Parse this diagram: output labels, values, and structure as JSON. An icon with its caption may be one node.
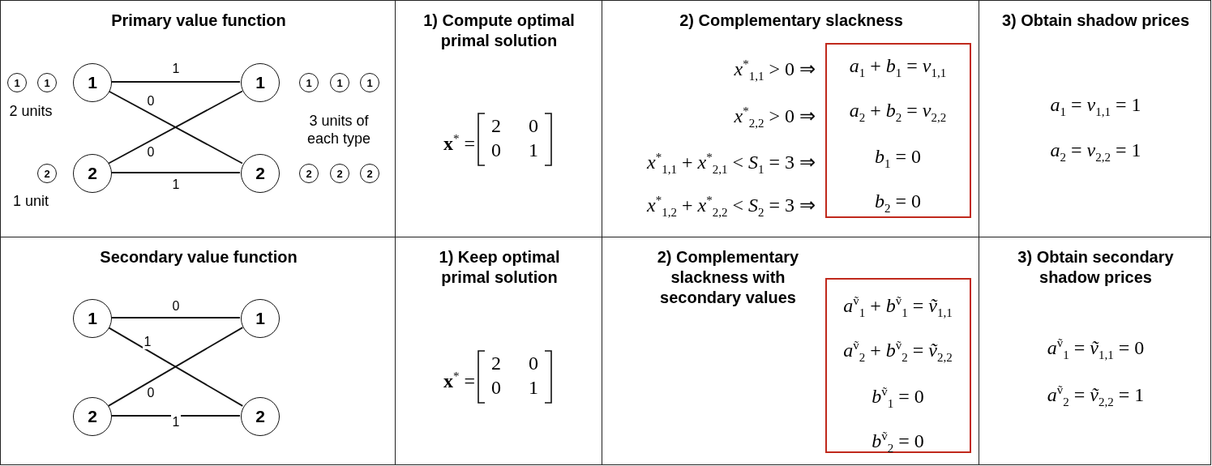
{
  "diagram": {
    "nodes": [
      {
        "text": [
          "Primary value function"
        ]
      },
      {
        "text": [
          "1"
        ],
        "in": 0
      },
      {
        "text": [
          "1"
        ],
        "in": 0
      },
      {
        "text": [
          "2"
        ],
        "in": 0
      },
      {
        "text": [
          "2"
        ],
        "in": 0
      },
      {
        "text": [
          "1"
        ],
        "in": 0
      },
      {
        "text": [
          "1"
        ],
        "in": 0
      },
      {
        "text": [
          "2"
        ],
        "in": 0
      },
      {
        "text": [
          "1"
        ],
        "in": 0
      },
      {
        "text": [
          "1"
        ],
        "in": 0
      },
      {
        "text": [
          "1"
        ],
        "in": 0
      },
      {
        "text": [
          "2"
        ],
        "in": 0
      },
      {
        "text": [
          "2"
        ],
        "in": 0
      },
      {
        "text": [
          "2"
        ],
        "in": 0
      },
      {
        "text": [
          "1) Compute optimal primal solution",
          "**x**$^{*}$ ="
        ]
      },
      {
        "text": [
          "2) Complementary slackness",
          "*x*$^{*}$$_{1,1}$ > 0 ⇒",
          "*x*$^{*}$$_{2,2}$ > 0 ⇒",
          "*x*$^{*}$$_{1,1}$ + *x*$^{*}$$_{2,1}$ < *S*$_{1}$ = 3 ⇒",
          "*x*$^{*}$$_{1,2}$ + *x*$^{*}$$_{2,2}$ < *S*$_{2}$ = 3 ⇒"
        ]
      },
      {
        "text": [
          "*a*$_{1}$ + *b*$_{1}$ = *v*$_{1,1}$",
          "*a*$_{2}$ + *b*$_{2}$ = *v*$_{2,2}$",
          "*b*$_{1}$ = 0",
          "*b*$_{2}$ = 0"
        ],
        "in": 15
      },
      {
        "text": [
          "3) Obtain shadow prices",
          "*a*$_{1}$ = *v*$_{1,1}$ = 1",
          "*a*$_{2}$ = *v*$_{2,2}$ = 1"
        ]
      },
      {
        "text": [
          "Secondary value function"
        ]
      },
      {
        "text": [
          "1"
        ],
        "in": 18
      },
      {
        "text": [
          "1"
        ],
        "in": 18
      },
      {
        "text": [
          "2"
        ],
        "in": 18
      },
      {
        "text": [
          "2"
        ],
        "in": 18
      },
      {
        "text": [
          "1) Keep optimal primal solution",
          "**x**$^{*}$ ="
        ]
      },
      {
        "text": [
          "2) Complementary slackness with secondary values"
        ]
      },
      {
        "text": [
          "*a*$^{ṽ}$$_{1}$ + *b*$^{ṽ}$$_{1}$ = *ṽ*$_{1,1}$",
          "*a*$^{ṽ}$$_{2}$ + *b*$^{ṽ}$$_{2}$ = *ṽ*$_{2,2}$",
          "*b*$^{ṽ}$$_{1}$ = 0",
          "*b*$^{ṽ}$$_{2}$ = 0"
        ],
        "in": 24
      },
      {
        "text": [
          "3) Obtain secondary shadow prices",
          "*a*$^{ṽ}$$_{1}$ = *ṽ*$_{1,1}$ = 0",
          "*a*$^{ṽ}$$_{2}$ = *ṽ*$_{2,2}$ = 1"
        ]
      }
    ],
    "edges": [
      {
        "from": 1,
        "to": 2,
        "arrow": "none",
        "label": "1"
      },
      {
        "from": 1,
        "to": 4,
        "arrow": "none",
        "label": "0"
      },
      {
        "from": 3,
        "to": 2,
        "arrow": "none",
        "label": "0"
      },
      {
        "from": 3,
        "to": 4,
        "arrow": "none",
        "label": "1"
      },
      {
        "from": 19,
        "to": 20,
        "arrow": "none",
        "label": "0"
      },
      {
        "from": 19,
        "to": 22,
        "arrow": "none",
        "label": "1"
      },
      {
        "from": 21,
        "to": 20,
        "arrow": "none",
        "label": "0"
      },
      {
        "from": 21,
        "to": 22,
        "arrow": "none",
        "label": "1"
      }
    ],
    "labels": [
      "2 units",
      "3 units of each type",
      "1 unit",
      "2",
      "0",
      "0",
      "1",
      "2",
      "0",
      "0",
      "1"
    ]
  }
}
